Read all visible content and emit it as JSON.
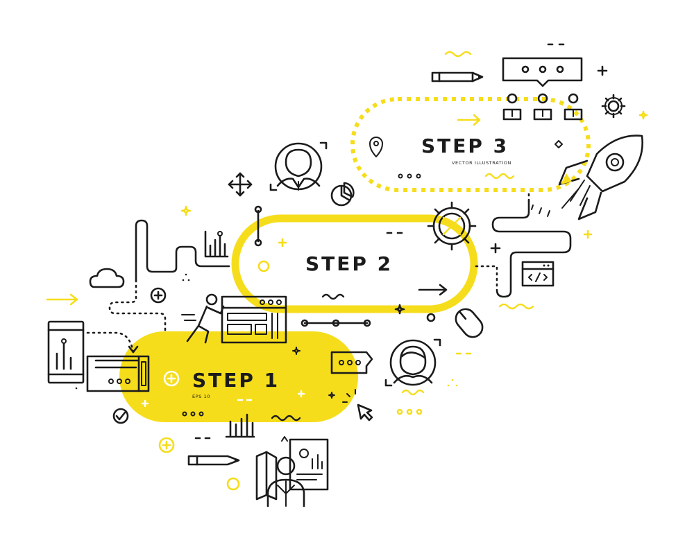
{
  "colors": {
    "accent": "#f6dd1c",
    "ink": "#1b1b1b",
    "background": "#ffffff"
  },
  "steps": [
    {
      "label": "STEP 1",
      "caption": "EPS 10"
    },
    {
      "label": "STEP 2",
      "caption": ""
    },
    {
      "label": "STEP 3",
      "caption": "VECTOR ILLUSTRATION"
    }
  ],
  "icons": [
    "pencil-icon",
    "speech-bubble-icon",
    "team-icon",
    "gear-icon",
    "rocket-icon",
    "location-pin-icon",
    "man-avatar-icon",
    "move-arrows-icon",
    "pie-chart-icon",
    "bar-chart-icon",
    "cloud-icon",
    "mobile-chart-icon",
    "dashboard-icon",
    "person-pushing-icon",
    "web-layout-icon",
    "woman-avatar-icon",
    "chat-icon",
    "cursor-icon",
    "mouse-icon",
    "code-window-icon",
    "checkmark-icon",
    "sparkle-icon",
    "businessman-report-icon"
  ]
}
